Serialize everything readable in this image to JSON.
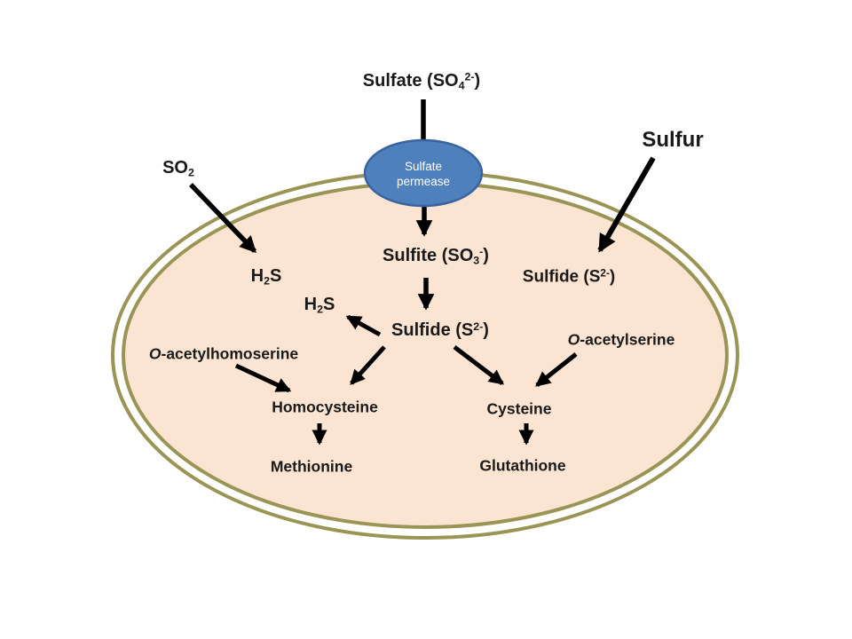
{
  "colors": {
    "background": "#ffffff",
    "membrane": "#9a9455",
    "membrane_gap": "#ffffff",
    "cell_fill": "#fbe5d2",
    "permease_fill": "#4e80bc",
    "permease_border": "#3a64a0",
    "permease_text": "#ffffff",
    "arrow": "#000000",
    "text": "#1a1a1a"
  },
  "labels": {
    "sulfate_ext": {
      "pre": "Sulfate (SO",
      "sub": "4",
      "sup": "2-",
      "post": ")"
    },
    "permease": {
      "line1": "Sulfate",
      "line2": "permease"
    },
    "sulfur": {
      "text": "Sulfur"
    },
    "so2": {
      "pre": "SO",
      "sub": "2"
    },
    "sulfite": {
      "pre": "Sulfite (SO",
      "sub": "3",
      "sup": "-",
      "post": ")"
    },
    "h2s_left": {
      "pre": "H",
      "sub": "2",
      "post": "S"
    },
    "h2s_mid": {
      "pre": "H",
      "sub": "2",
      "post": "S"
    },
    "sulfide_center": {
      "pre": "Sulfide (S",
      "sup": "2-",
      "post": ")"
    },
    "sulfide_right": {
      "pre": "Sulfide (S",
      "sup": "2-",
      "post": ")"
    },
    "o_acetylhomoserine": {
      "italic": "O",
      "post": "-acetylhomoserine"
    },
    "o_acetylserine": {
      "italic": "O",
      "post": "-acetylserine"
    },
    "homocysteine": {
      "text": "Homocysteine"
    },
    "methionine": {
      "text": "Methionine"
    },
    "cysteine": {
      "text": "Cysteine"
    },
    "glutathione": {
      "text": "Glutathione"
    }
  }
}
